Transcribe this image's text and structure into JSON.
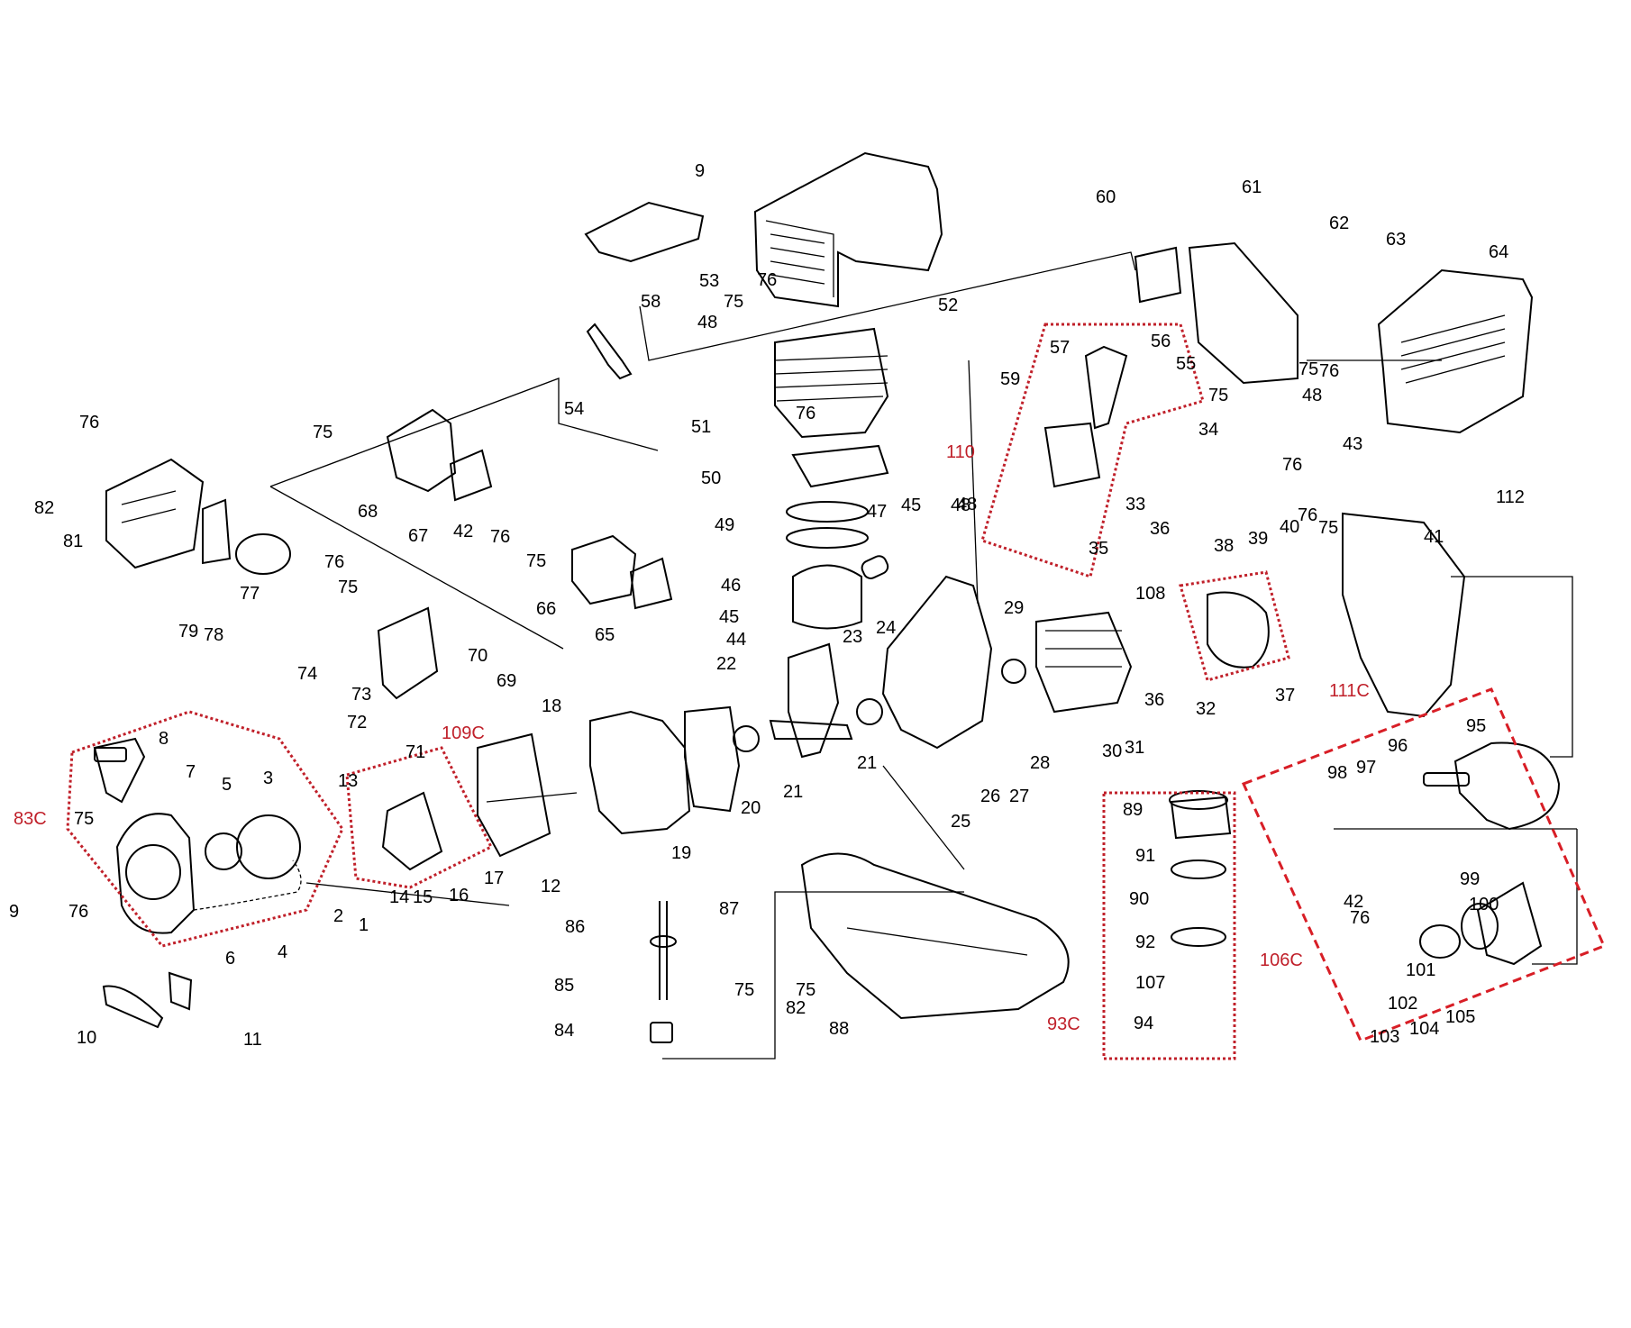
{
  "labels": [
    "1",
    "2",
    "3",
    "4",
    "5",
    "6",
    "7",
    "8",
    "9",
    "9",
    "10",
    "11",
    "12",
    "13",
    "14",
    "15",
    "16",
    "17",
    "18",
    "19",
    "20",
    "21",
    "21",
    "22",
    "23",
    "24",
    "25",
    "26",
    "27",
    "28",
    "29",
    "30",
    "31",
    "32",
    "33",
    "34",
    "35",
    "36",
    "36",
    "37",
    "38",
    "39",
    "40",
    "41",
    "42",
    "42",
    "43",
    "44",
    "45",
    "45",
    "46",
    "47",
    "48",
    "48",
    "48",
    "48",
    "49",
    "50",
    "51",
    "52",
    "53",
    "54",
    "55",
    "56",
    "57",
    "58",
    "59",
    "60",
    "61",
    "62",
    "63",
    "64",
    "65",
    "66",
    "67",
    "68",
    "69",
    "70",
    "71",
    "72",
    "73",
    "74",
    "75",
    "75",
    "75",
    "75",
    "75",
    "75",
    "75",
    "75",
    "75",
    "75",
    "76",
    "76",
    "76",
    "76",
    "76",
    "76",
    "76",
    "76",
    "76",
    "76",
    "77",
    "78",
    "79",
    "81",
    "82",
    "82",
    "84",
    "85",
    "86",
    "87",
    "88",
    "89",
    "90",
    "91",
    "92",
    "94",
    "95",
    "96",
    "97",
    "98",
    "99",
    "100",
    "101",
    "102",
    "103",
    "104",
    "105",
    "107",
    "108",
    "112"
  ],
  "groups": {
    "g83c": "83C",
    "g109c": "109C",
    "g110": "110",
    "g111c": "111C",
    "g93c": "93C",
    "g106c": "106C"
  }
}
